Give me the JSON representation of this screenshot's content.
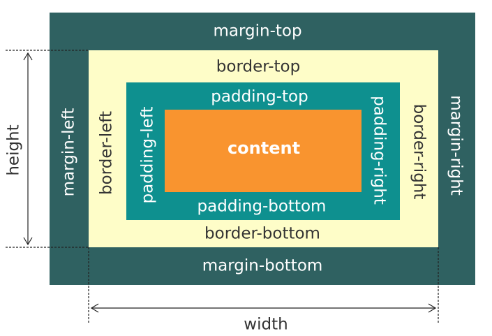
{
  "colors": {
    "margin": "#2f6161",
    "border": "#fefdc8",
    "padding": "#0e908f",
    "content": "#f9942f",
    "dim_line": "#222222"
  },
  "labels": {
    "margin_top": "margin-top",
    "margin_bottom": "margin-bottom",
    "margin_left": "margin-left",
    "margin_right": "margin-right",
    "border_top": "border-top",
    "border_bottom": "border-bottom",
    "border_left": "border-left",
    "border_right": "border-right",
    "padding_top": "padding-top",
    "padding_bottom": "padding-bottom",
    "padding_left": "padding-left",
    "padding_right": "padding-right",
    "content": "content",
    "height": "height",
    "width": "width"
  }
}
